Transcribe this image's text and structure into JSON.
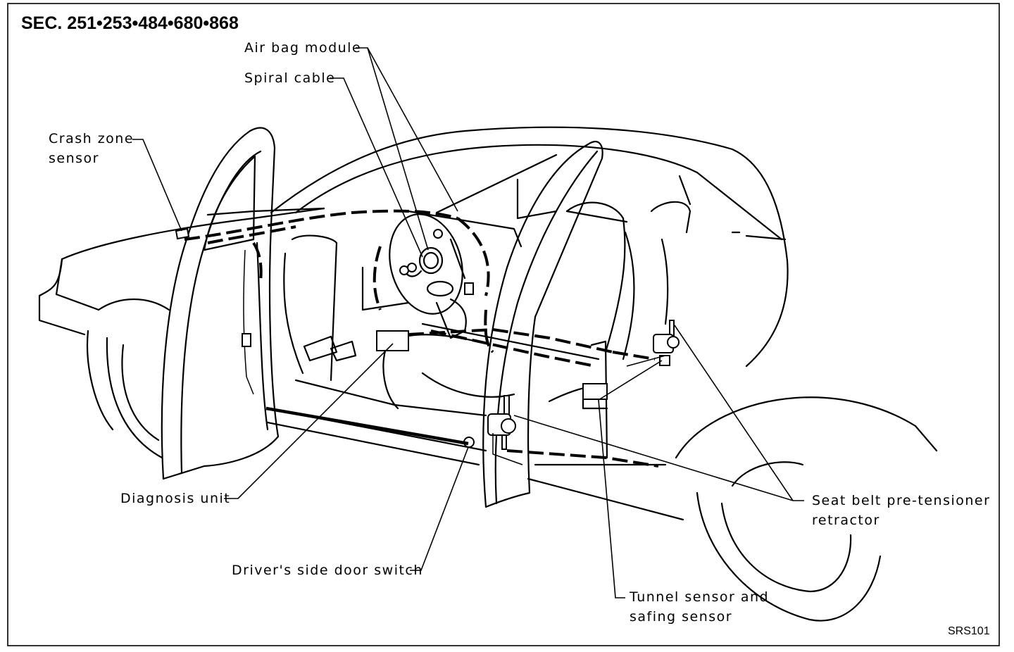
{
  "section_header": "SEC. 251•253•484•680•868",
  "reference_code": "SRS101",
  "labels": {
    "air_bag_module": "Air bag module",
    "spiral_cable": "Spiral cable",
    "crash_zone_sensor": [
      "Crash zone",
      "sensor"
    ],
    "diagnosis_unit": "Diagnosis unit",
    "drivers_side_door_switch": "Driver's side door switch",
    "seat_belt_pretensioner": [
      "Seat belt pre-tensioner",
      "retractor"
    ],
    "tunnel_sensor": [
      "Tunnel sensor and",
      "safing sensor"
    ]
  }
}
